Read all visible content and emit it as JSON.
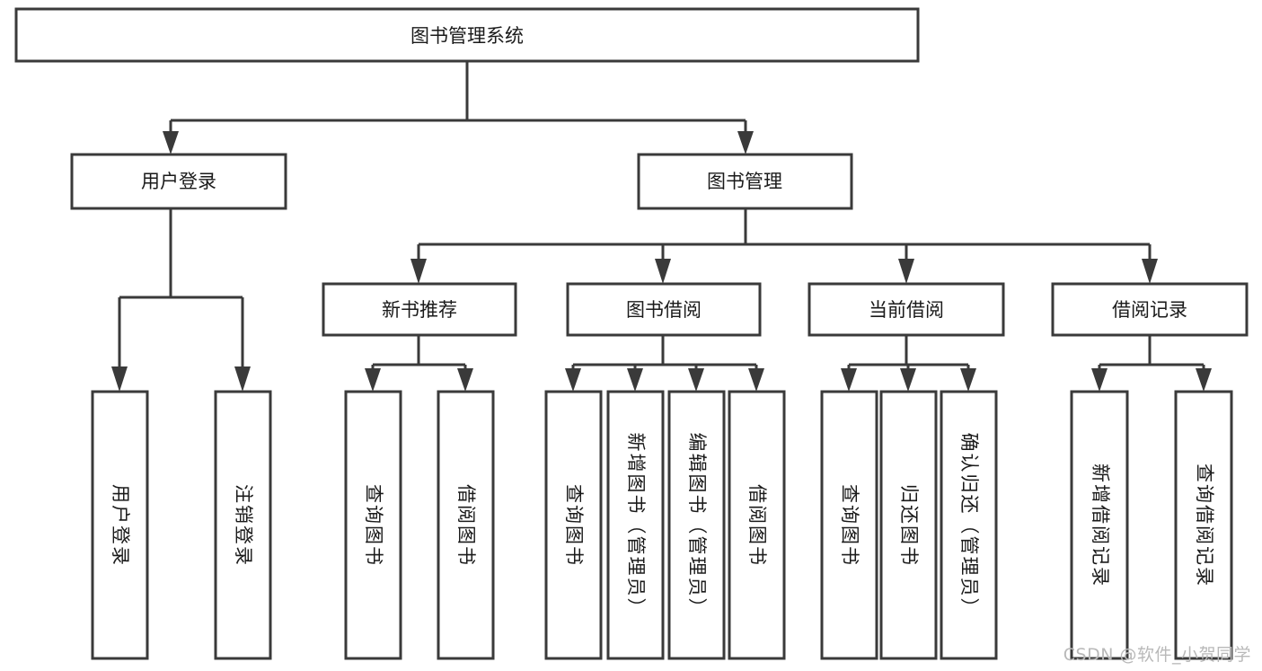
{
  "diagram": {
    "title": "图书管理系统",
    "type": "tree-hierarchy",
    "root": {
      "label": "图书管理系统"
    },
    "level2": [
      {
        "label": "用户登录"
      },
      {
        "label": "图书管理"
      }
    ],
    "level3": [
      {
        "label": "新书推荐"
      },
      {
        "label": "图书借阅"
      },
      {
        "label": "当前借阅"
      },
      {
        "label": "借阅记录"
      }
    ],
    "leaves": {
      "user_login": [
        {
          "label": "用户登录"
        },
        {
          "label": "注销登录"
        }
      ],
      "new_book_recommend": [
        {
          "label": "查询图书"
        },
        {
          "label": "借阅图书"
        }
      ],
      "book_borrow": [
        {
          "label": "查询图书"
        },
        {
          "label": "新增图书（管理员）"
        },
        {
          "label": "编辑图书（管理员）"
        },
        {
          "label": "借阅图书"
        }
      ],
      "current_borrow": [
        {
          "label": "查询图书"
        },
        {
          "label": "归还图书"
        },
        {
          "label": "确认归还（管理员）"
        }
      ],
      "borrow_records": [
        {
          "label": "新增借阅记录"
        },
        {
          "label": "查询借阅记录"
        }
      ]
    }
  },
  "watermark": {
    "text": "CSDN @软件_小贺同学"
  },
  "colors": {
    "box_stroke": "#3a3a3a",
    "box_fill": "#ffffff",
    "text": "#1a1a1a",
    "watermark": "#b9b9b9",
    "background": "#ffffff"
  }
}
